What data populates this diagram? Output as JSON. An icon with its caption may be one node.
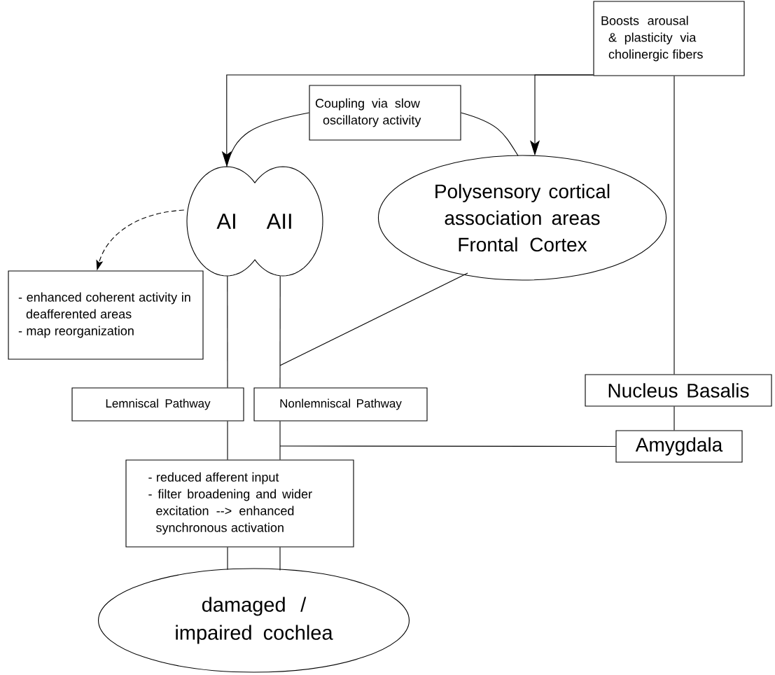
{
  "diagram": {
    "nodes": [
      {
        "text": [
          "Boosts arousal & plasticity via cholinergic fibers"
        ]
      },
      {
        "text": [
          "Coupling via slow oscillatory activity"
        ]
      },
      {
        "text": [
          "AI",
          "AII"
        ]
      },
      {
        "text": [
          "Polysensory cortical association areas Frontal Cortex"
        ]
      },
      {
        "text": [
          "- enhanced coherent activity in deafferented areas",
          "- map reorganization"
        ]
      },
      {
        "text": [
          "Lemniscal Pathway"
        ]
      },
      {
        "text": [
          "Nonlemniscal Pathway"
        ]
      },
      {
        "text": [
          "Nucleus Basalis"
        ]
      },
      {
        "text": [
          "Amygdala"
        ]
      },
      {
        "text": [
          "- reduced afferent input",
          "- filter broadening and wider excitation --> enhanced synchronous activation"
        ]
      },
      {
        "text": [
          "damaged / impaired cochlea"
        ]
      }
    ],
    "edges": [
      {
        "from": 0,
        "to": 2,
        "arrow": "to"
      },
      {
        "from": 0,
        "to": 3,
        "arrow": "to"
      },
      {
        "from": 1,
        "to": 2,
        "arrow": "none"
      },
      {
        "from": 1,
        "to": 3,
        "arrow": "none"
      },
      {
        "from": 2,
        "to": 4,
        "arrow": "to",
        "style": "dashed"
      },
      {
        "from": 2,
        "to": 5,
        "arrow": "none"
      },
      {
        "from": 2,
        "to": 6,
        "arrow": "none"
      },
      {
        "from": 3,
        "to": null,
        "arrow": "none"
      },
      {
        "from": 5,
        "to": 9,
        "arrow": "none"
      },
      {
        "from": 6,
        "to": 9,
        "arrow": "none"
      },
      {
        "from": 8,
        "to": null,
        "arrow": "none"
      },
      {
        "from": 0,
        "to": 7,
        "arrow": "none"
      },
      {
        "from": 7,
        "to": 8,
        "arrow": "none"
      },
      {
        "from": 9,
        "to": 10,
        "arrow": "none"
      },
      {
        "from": 9,
        "to": 10,
        "arrow": "none"
      }
    ]
  }
}
